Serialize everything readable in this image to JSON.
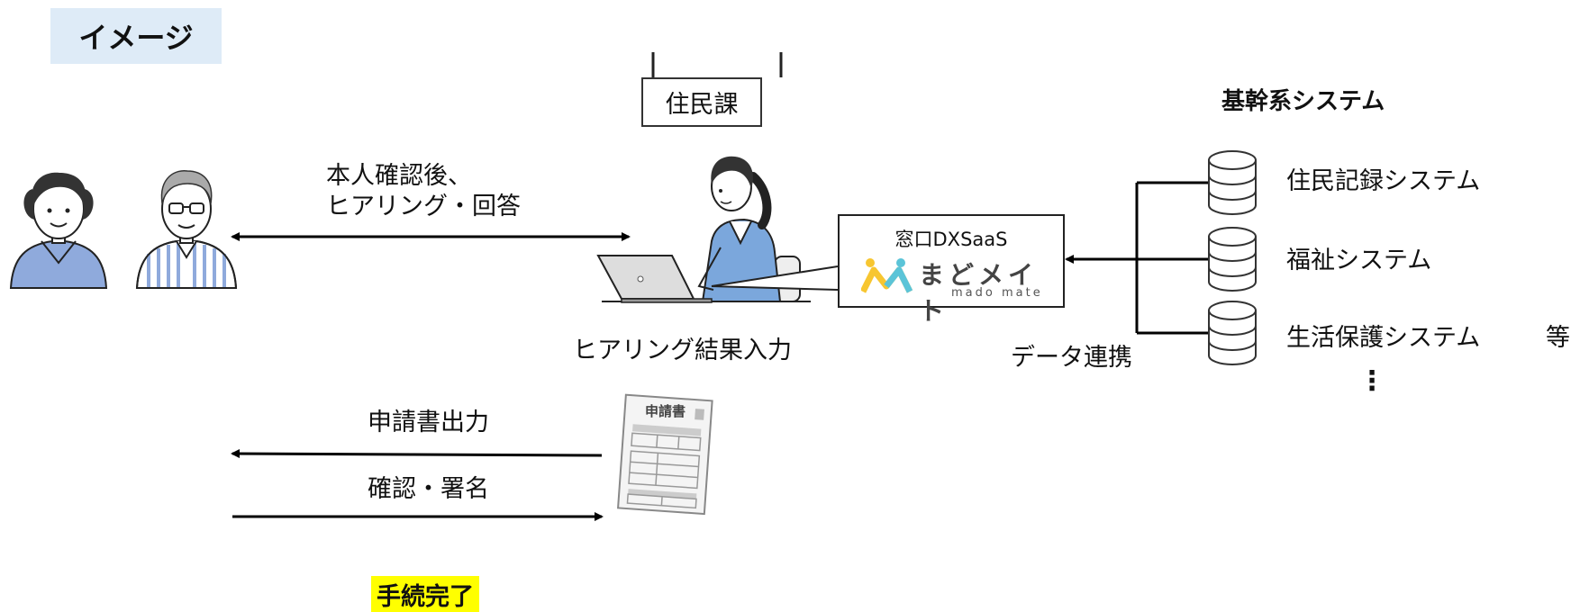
{
  "header": {
    "tag": "イメージ"
  },
  "office": {
    "label": "住民課"
  },
  "flow": {
    "hearing_label_line1": "本人確認後、",
    "hearing_label_line2": "ヒアリング・回答",
    "staff_caption": "ヒアリング結果入力",
    "form_output_label": "申請書出力",
    "confirm_label": "確認・署名",
    "complete_label": "手続完了"
  },
  "saas": {
    "title": "窓口DXSaaS",
    "brand_name": "まどメイト",
    "brand_sub": "mado mate"
  },
  "integration": {
    "label": "データ連携"
  },
  "core_systems": {
    "title": "基幹系システム",
    "items": [
      "住民記録システム",
      "福祉システム",
      "生活保護システム"
    ],
    "etc": "等",
    "more": "⋮"
  },
  "form_doc": {
    "title": "申請書"
  },
  "colors": {
    "tag_bg": "#deebf7",
    "highlight": "#ffff00",
    "person_blue": "#8faadc",
    "staff_blue": "#7ba7dc",
    "brand_yellow": "#f7c631",
    "brand_teal": "#5bc4d8"
  }
}
